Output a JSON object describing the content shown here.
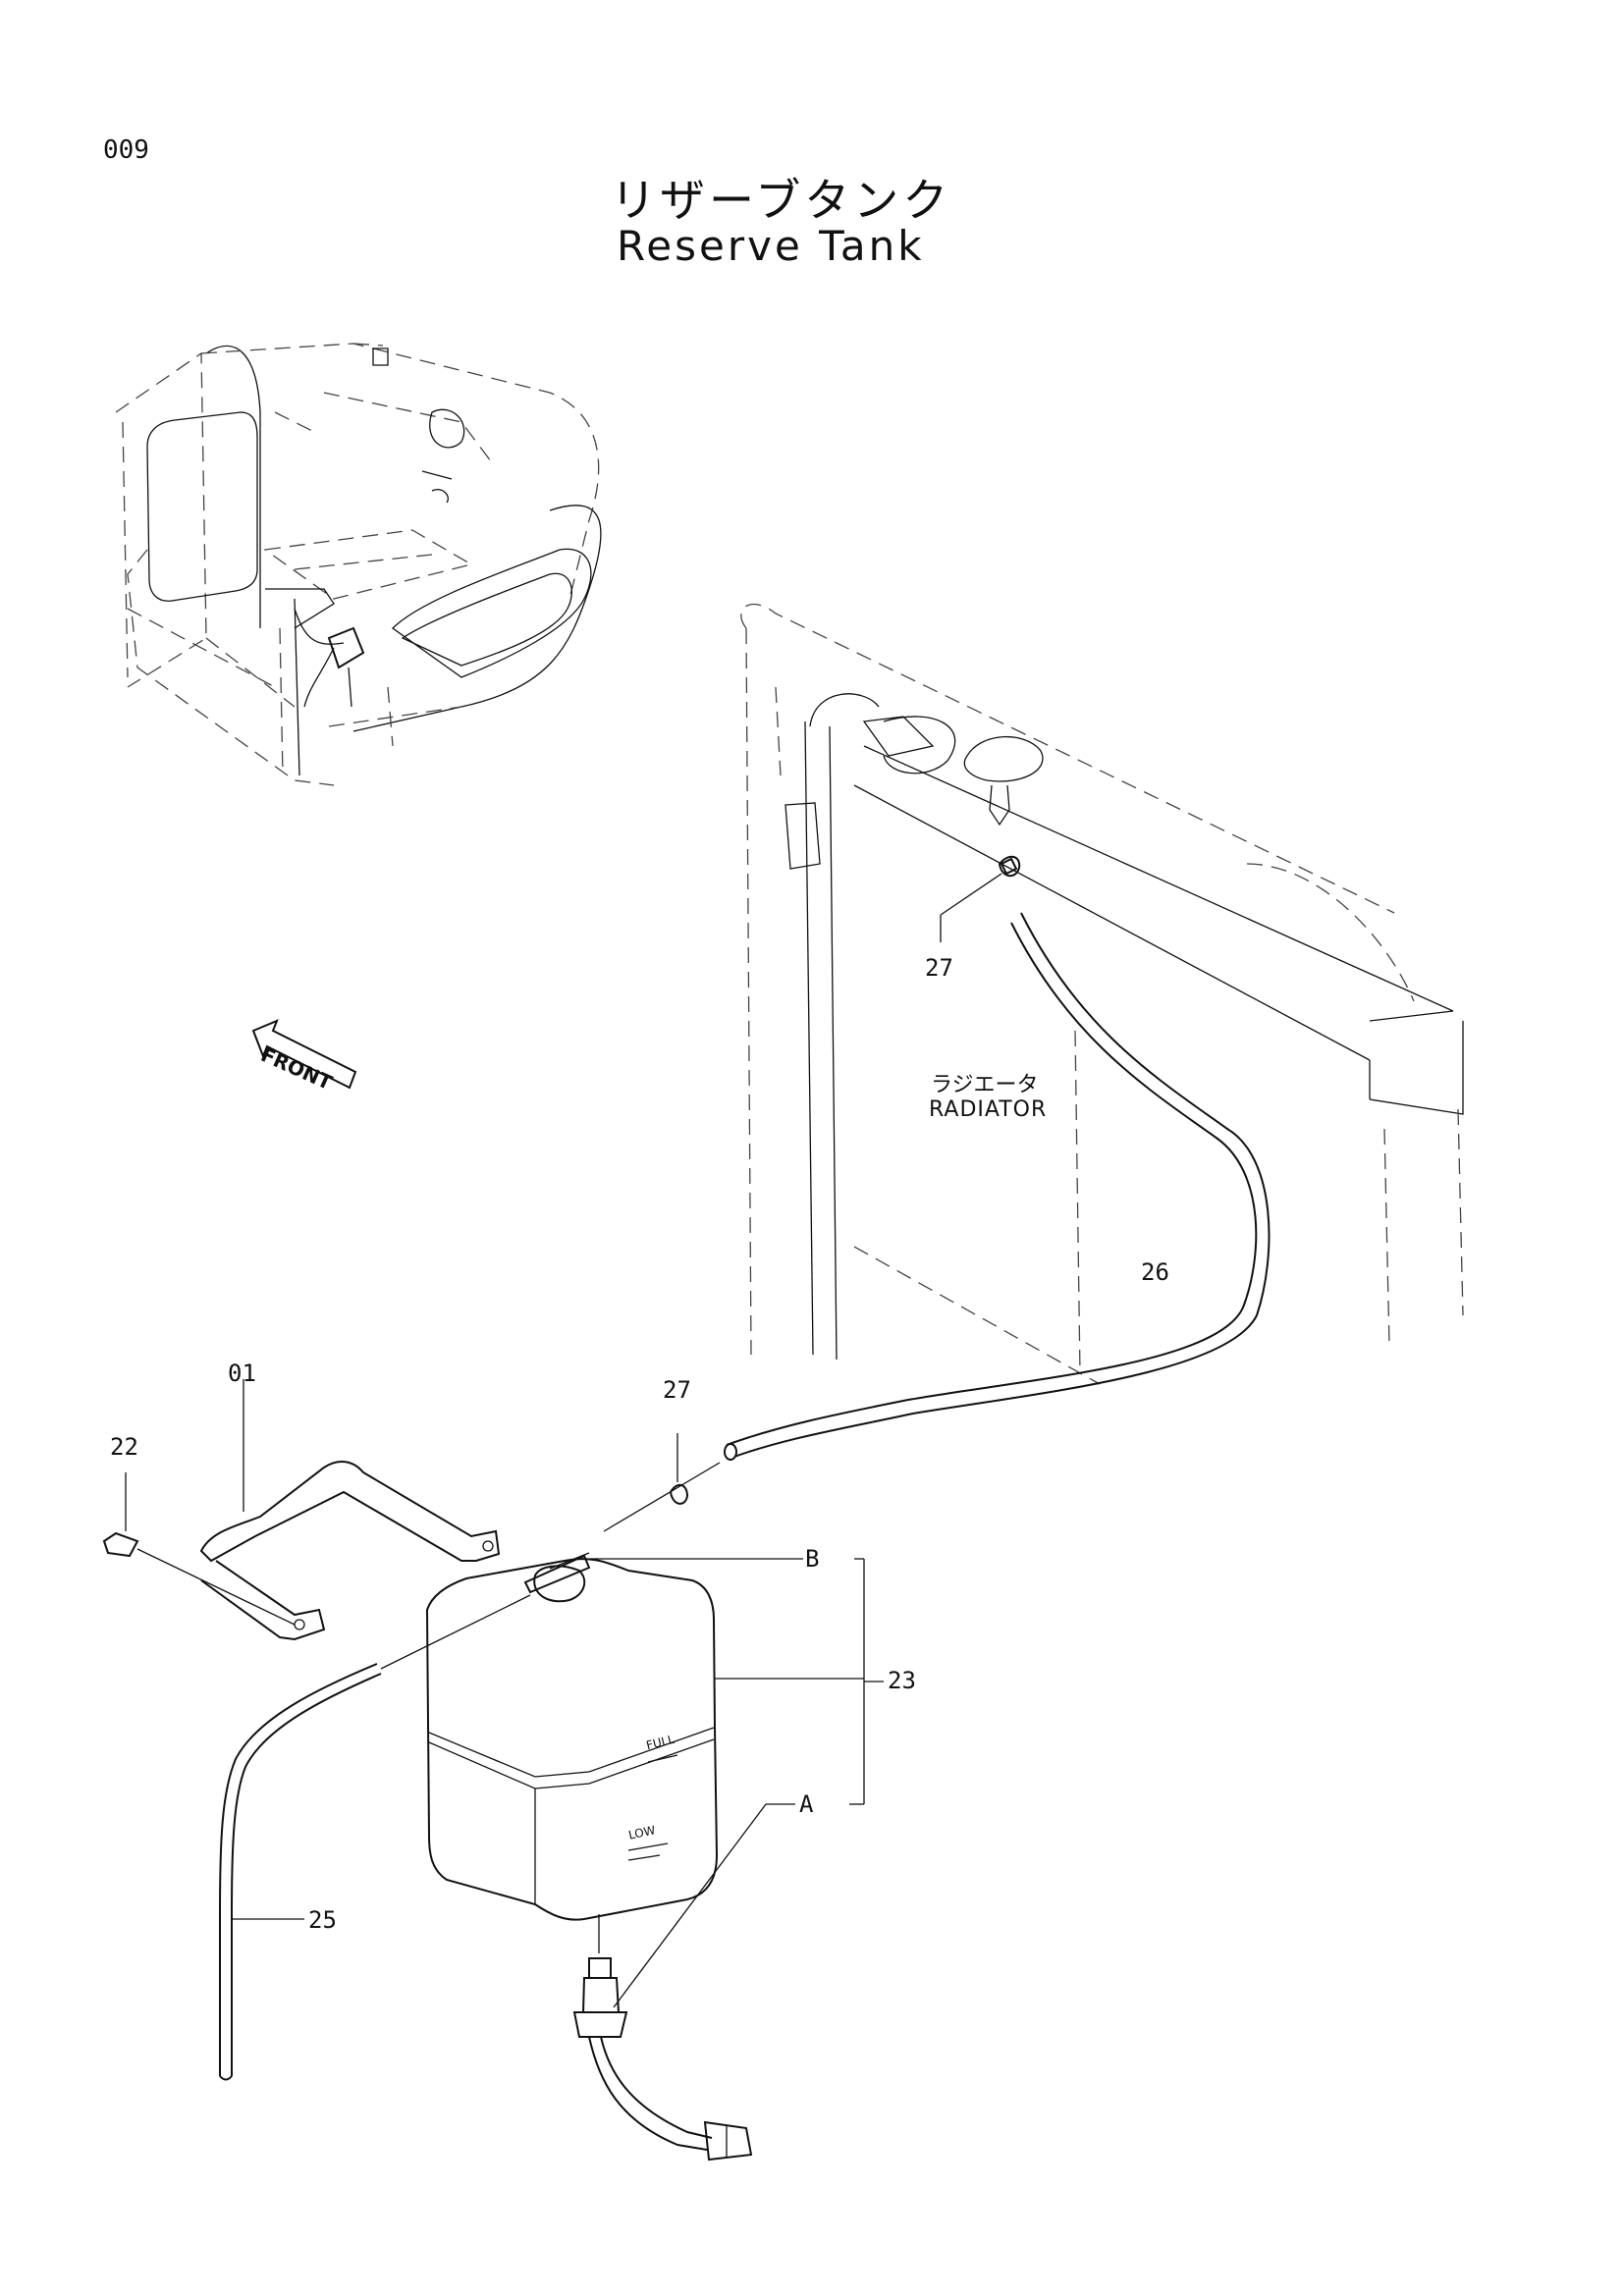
{
  "page": {
    "number": "009",
    "title_jp": "リザーブタンク",
    "title_en": "Reserve Tank"
  },
  "labels": {
    "front": "FRONT",
    "radiator_jp": "ラジエータ",
    "radiator_en": "RADIATOR",
    "tank_full": "FULL",
    "tank_low": "LOW"
  },
  "parts": {
    "bracket": "01",
    "bolt": "22",
    "reserve_tank": "23",
    "hose_overflow": "25",
    "hose_radiator": "26",
    "clamp_upper": "27",
    "clamp_lower": "27",
    "callout_a": "A",
    "callout_b": "B"
  }
}
